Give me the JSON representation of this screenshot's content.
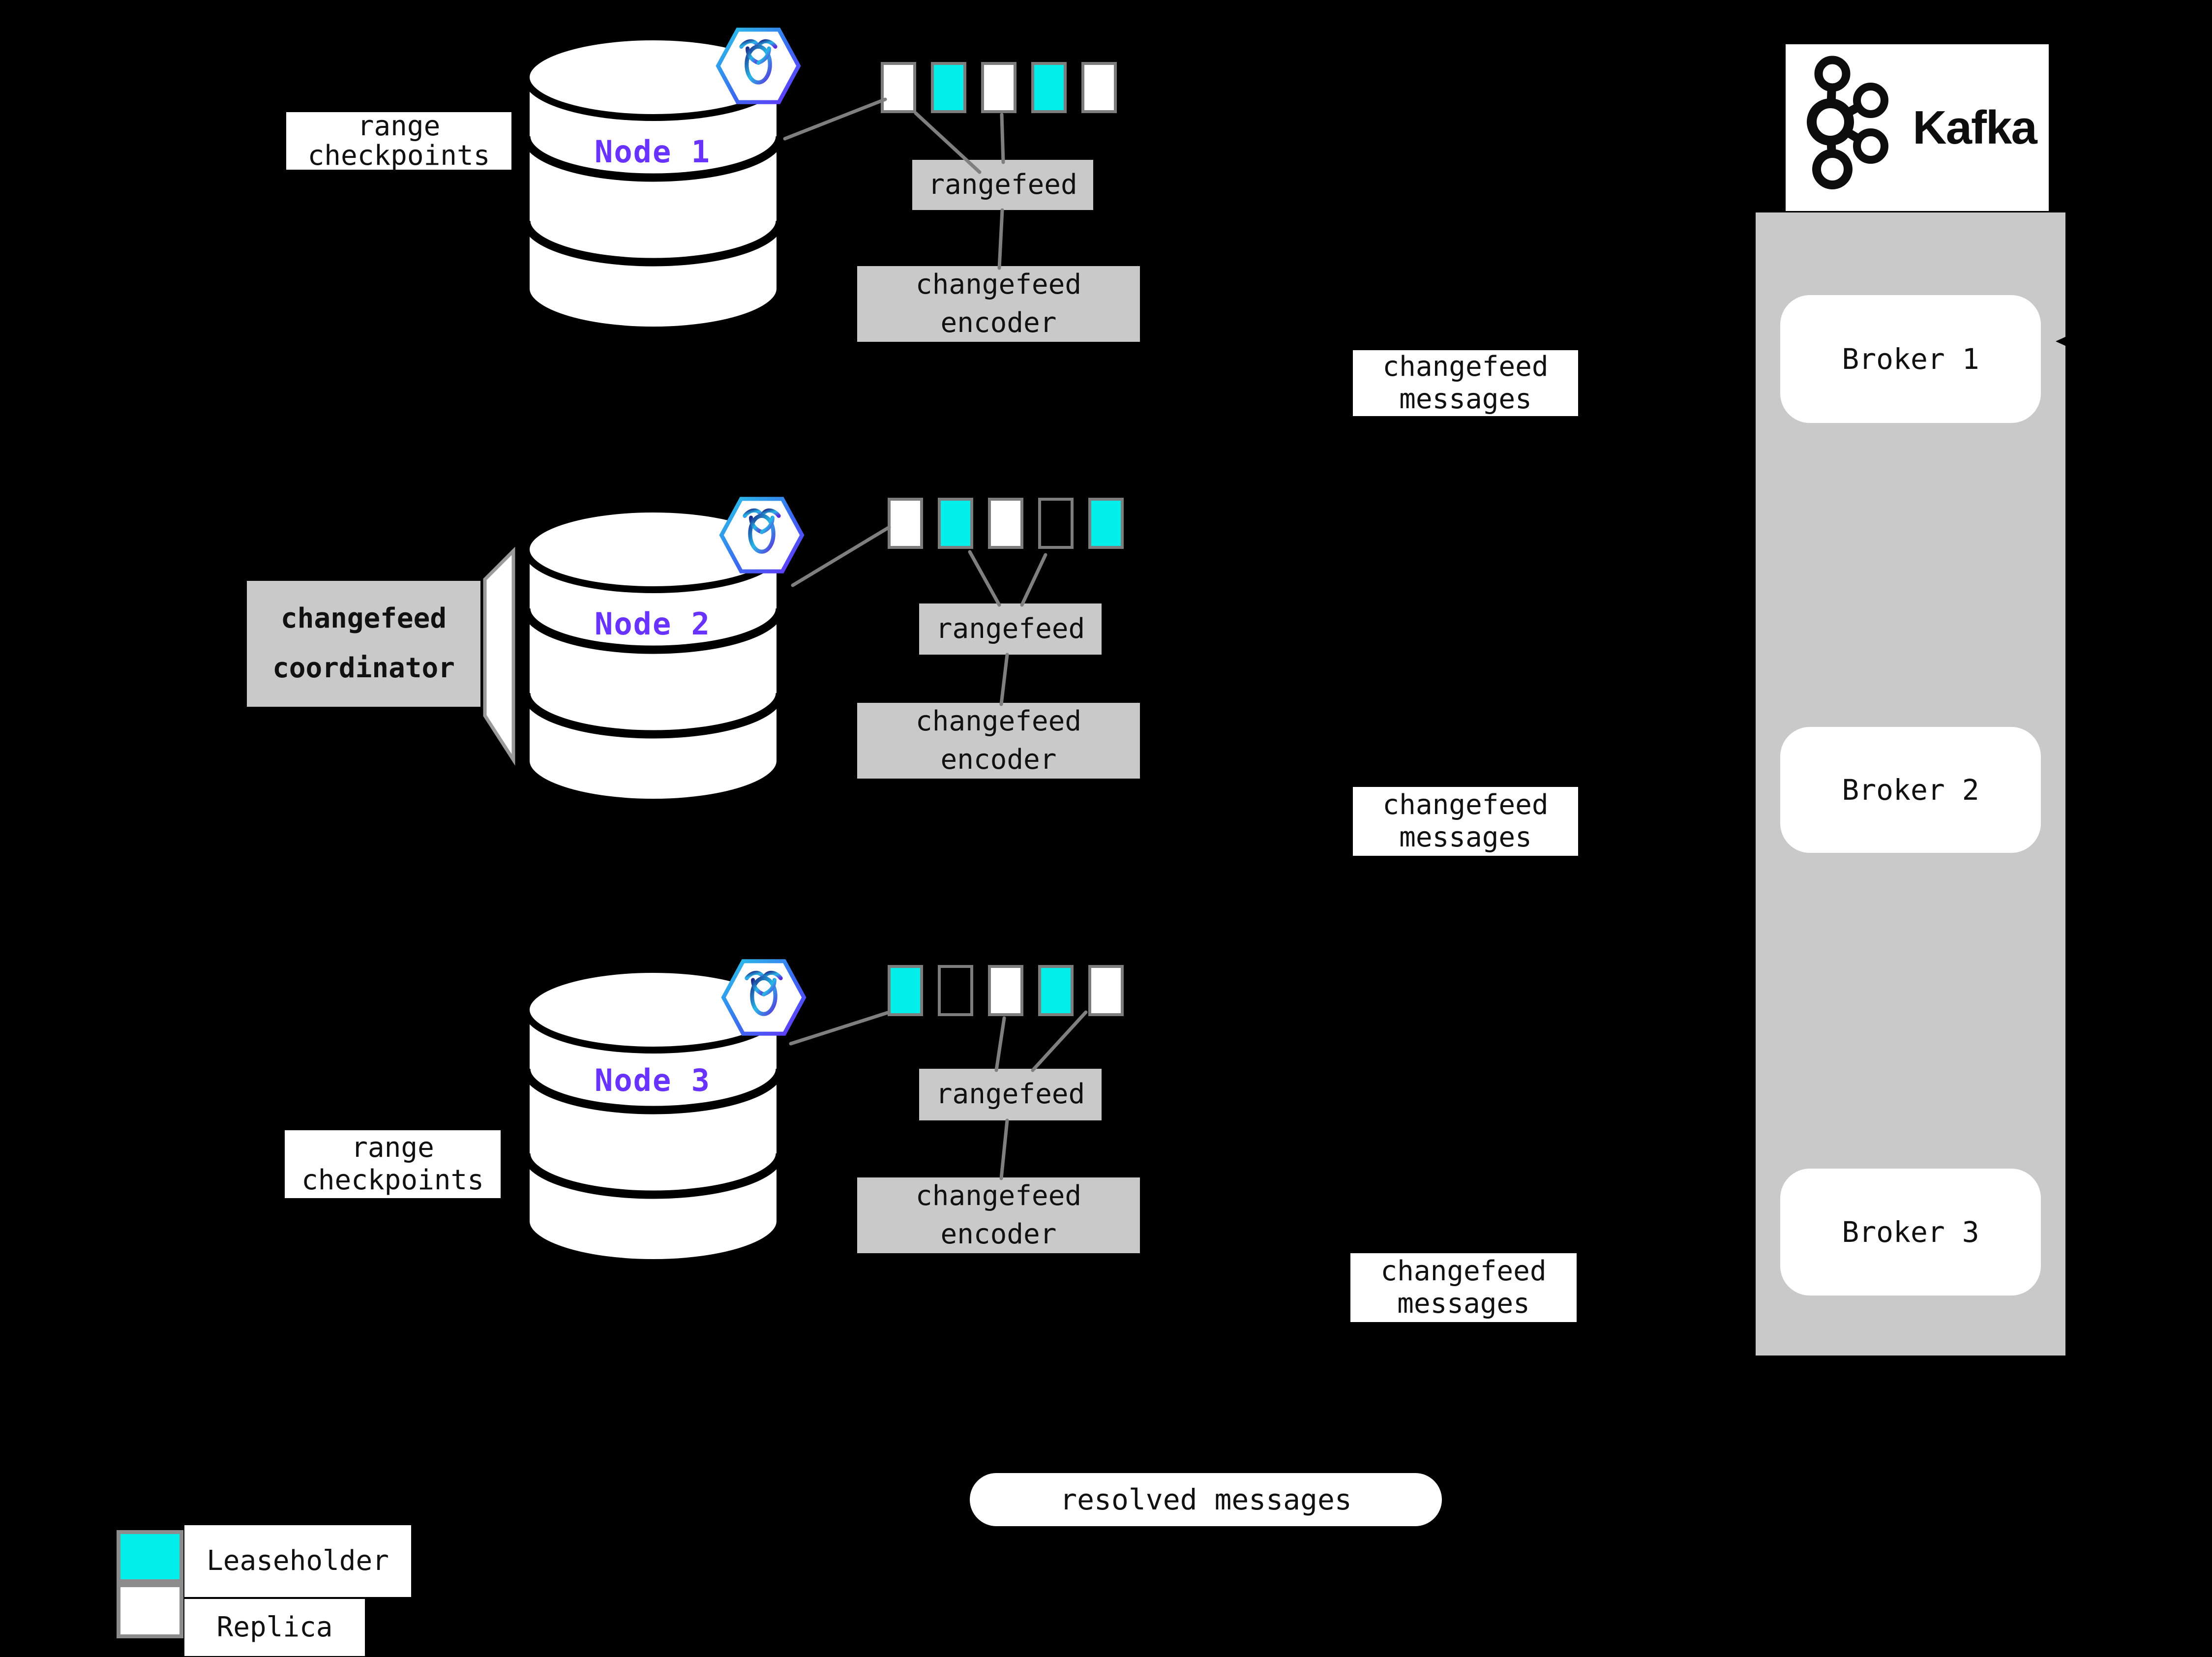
{
  "title": "CockroachDB changefeed to Kafka architecture diagram",
  "colors": {
    "background": "#000000",
    "leaseholder_fill": "#00EFEA",
    "replica_fill": "#FFFFFF",
    "empty_fill": "transparent",
    "node_label": "#6933FF",
    "box_gray": "#C9C9C9",
    "line_gray": "#7F7F7F",
    "badge_gradient_start": "#29C8E8",
    "badge_gradient_end": "#6933FF"
  },
  "icons": {
    "node_badge": "cockroachdb-roach-icon",
    "kafka_mark": "kafka-logo-icon",
    "database": "database-cylinder-icon",
    "arrow": "left-arrowhead-icon"
  },
  "nodes": [
    {
      "label": "Node 1",
      "side_label_line1": "range",
      "side_label_line2": "checkpoints",
      "ranges": [
        "replica",
        "leaseholder",
        "replica",
        "leaseholder",
        "replica"
      ],
      "rangefeed_label": "rangefeed",
      "encoder_label_line1": "changefeed",
      "encoder_label_line2": "encoder",
      "messages_label_line1": "changefeed",
      "messages_label_line2": "messages"
    },
    {
      "label": "Node 2",
      "side_label_line1": "changefeed",
      "side_label_line2": "coordinator",
      "ranges": [
        "replica",
        "leaseholder",
        "replica",
        "empty",
        "leaseholder"
      ],
      "rangefeed_label": "rangefeed",
      "encoder_label_line1": "changefeed",
      "encoder_label_line2": "encoder",
      "messages_label_line1": "changefeed",
      "messages_label_line2": "messages"
    },
    {
      "label": "Node 3",
      "side_label_line1": "range",
      "side_label_line2": "checkpoints",
      "ranges": [
        "leaseholder",
        "empty",
        "replica",
        "leaseholder",
        "replica"
      ],
      "rangefeed_label": "rangefeed",
      "encoder_label_line1": "changefeed",
      "encoder_label_line2": "encoder",
      "messages_label_line1": "changefeed",
      "messages_label_line2": "messages"
    }
  ],
  "kafka": {
    "logo_text": "Kafka",
    "brokers": [
      {
        "label": "Broker 1"
      },
      {
        "label": "Broker 2"
      },
      {
        "label": "Broker 3"
      }
    ]
  },
  "resolved_messages_label": "resolved messages",
  "legend": [
    {
      "type": "leaseholder",
      "label": "Leaseholder"
    },
    {
      "type": "replica",
      "label": "Replica"
    }
  ]
}
